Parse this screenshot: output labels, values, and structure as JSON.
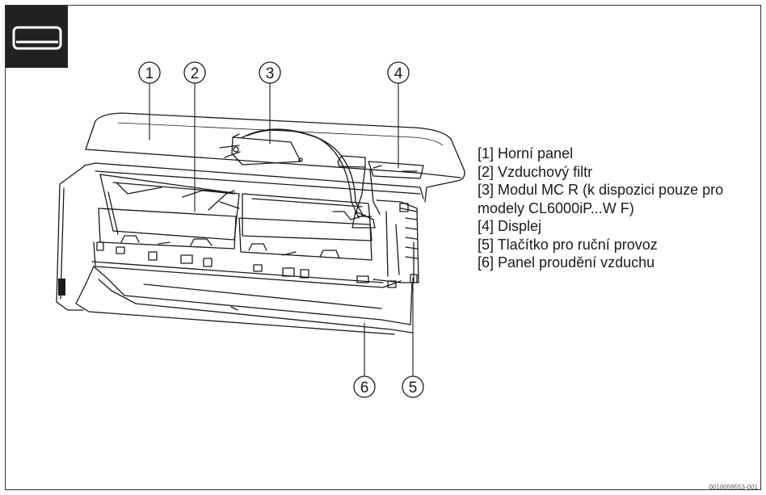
{
  "callouts": [
    "1",
    "2",
    "3",
    "4",
    "6",
    "5"
  ],
  "legend": [
    "[1] Horní panel",
    "[2] Vzduchový filtr",
    "[3] Modul MC R (k dispozici pouze pro",
    "modely CL6000iP...W F)",
    "[4] Displej",
    "[5] Tlačítko pro ruční provoz",
    "[6] Panel proudění vzduchu"
  ],
  "document_id": "0010059553-001",
  "colors": {
    "badge": "#222222",
    "line": "#1a1a1a",
    "frame": "#333333"
  },
  "icons": {
    "badge": "air-conditioner-unit-icon"
  }
}
